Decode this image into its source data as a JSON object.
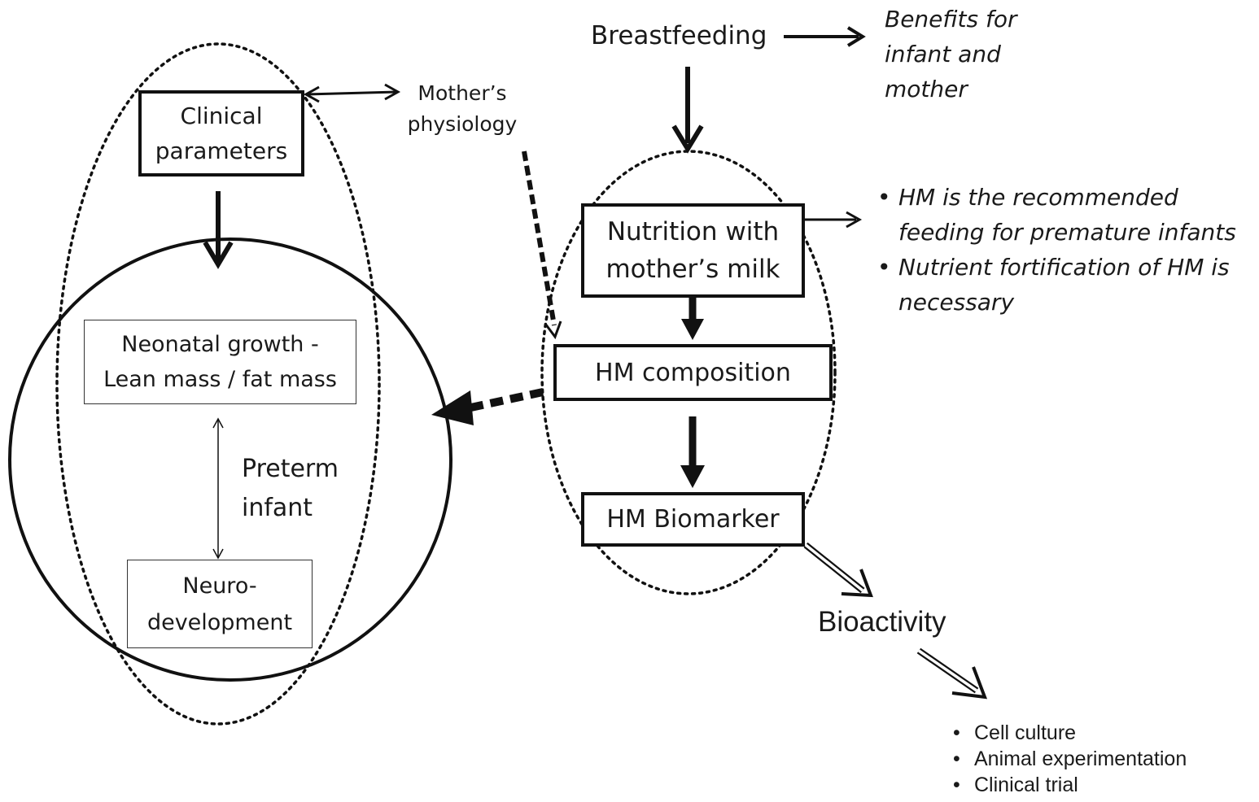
{
  "nodes": {
    "breastfeeding": "Breastfeeding",
    "benefits": [
      "Benefits for",
      "infant and",
      "mother"
    ],
    "clinical": [
      "Clinical",
      "parameters"
    ],
    "mothers_physiology": [
      "Mother’s",
      "physiology"
    ],
    "nutrition": [
      "Nutrition with",
      "mother’s milk"
    ],
    "hm_composition": "HM composition",
    "hm_biomarker": "HM Biomarker",
    "bioactivity": "Bioactivity",
    "neonatal_growth": [
      "Neonatal growth -",
      "Lean mass / fat mass"
    ],
    "neurodevelopment": [
      "Neuro-",
      "development"
    ],
    "preterm_infant": [
      "Preterm",
      "infant"
    ]
  },
  "hm_notes": [
    [
      "HM is the recommended",
      "feeding for premature infants"
    ],
    [
      "Nutrient fortification of HM is",
      "necessary"
    ]
  ],
  "bioactivity_methods": [
    "Cell culture",
    "Animal experimentation",
    "Clinical trial"
  ]
}
